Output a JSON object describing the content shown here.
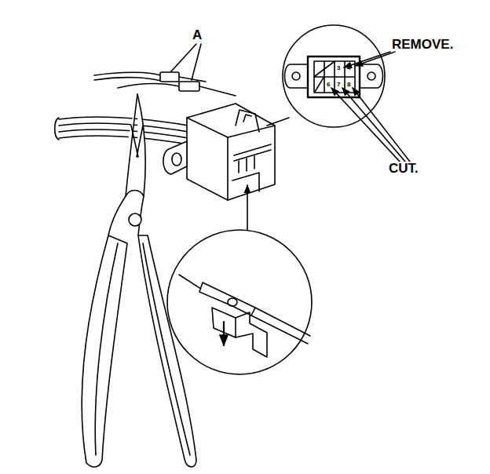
{
  "diagram": {
    "labels": [
      "A",
      "REMOVE.",
      "CUT.",
      "3",
      "4",
      "6",
      "7",
      "8"
    ]
  }
}
